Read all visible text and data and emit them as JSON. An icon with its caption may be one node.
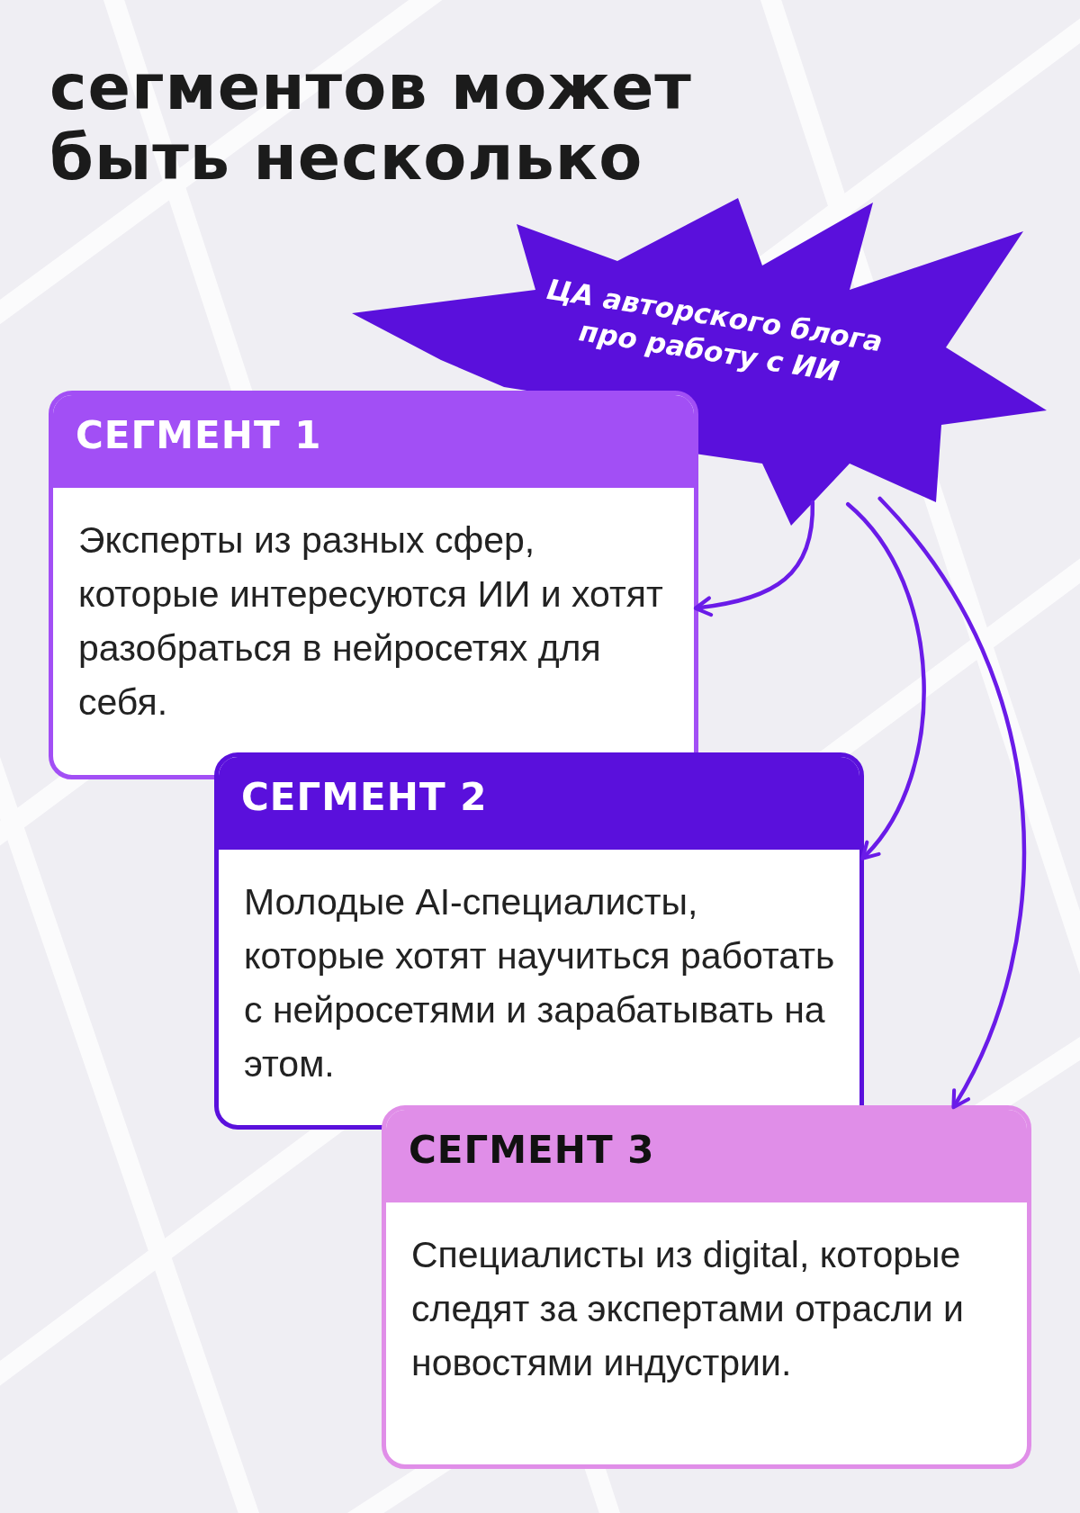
{
  "diagram": {
    "title": "сегментов может быть несколько",
    "nodes": [
      {
        "text": [
          "ЦА авторского блога про работу с ИИ"
        ]
      },
      {
        "text": [
          "СЕГМЕНТ 1",
          "Эксперты из разных сфер, которые интересуются ИИ и хотят разобраться в нейросетях для себя."
        ]
      },
      {
        "text": [
          "СЕГМЕНТ 2",
          "Молодые AI-специалисты, которые хотят научиться работать с нейросетями и зарабатывать на этом."
        ]
      },
      {
        "text": [
          "СЕГМЕНТ 3",
          "Специалисты из digital, которые следят за экспертами отрасли и новостями индустрии."
        ]
      }
    ],
    "edges": [
      {
        "from": 0,
        "to": 1,
        "arrow": "to"
      },
      {
        "from": 0,
        "to": 2,
        "arrow": "to"
      },
      {
        "from": 0,
        "to": 3,
        "arrow": "to"
      }
    ]
  }
}
